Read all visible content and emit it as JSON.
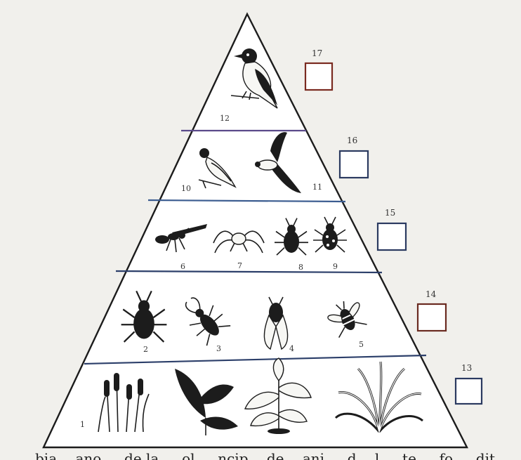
{
  "pyramid": {
    "levels": [
      {
        "number": "17",
        "items": [
          {
            "label": "12",
            "icon": "bird-icon"
          }
        ]
      },
      {
        "number": "16",
        "items": [
          {
            "label": "10",
            "icon": "small-bird-icon"
          },
          {
            "label": "11",
            "icon": "flying-bird-icon"
          }
        ]
      },
      {
        "number": "15",
        "items": [
          {
            "label": "6",
            "icon": "wasp-icon"
          },
          {
            "label": "7",
            "icon": "spider-icon"
          },
          {
            "label": "8",
            "icon": "beetle-icon"
          },
          {
            "label": "9",
            "icon": "ladybug-icon"
          }
        ]
      },
      {
        "number": "14",
        "items": [
          {
            "label": "2",
            "icon": "rhinoceros-beetle-icon"
          },
          {
            "label": "3",
            "icon": "stag-beetle-icon"
          },
          {
            "label": "4",
            "icon": "cicada-icon"
          },
          {
            "label": "5",
            "icon": "bee-icon"
          }
        ]
      },
      {
        "number": "13",
        "items": [
          {
            "label": "1",
            "icon": "cattail-plant-icon"
          },
          {
            "label": "",
            "icon": "leafy-plant-icon"
          },
          {
            "label": "",
            "icon": "herb-plant-icon"
          },
          {
            "label": "",
            "icon": "grass-plant-icon"
          }
        ]
      }
    ]
  },
  "caption_fragment": "…bia… ano … de la … ol … ncip… de… ani … d… l … te … fo … dit"
}
